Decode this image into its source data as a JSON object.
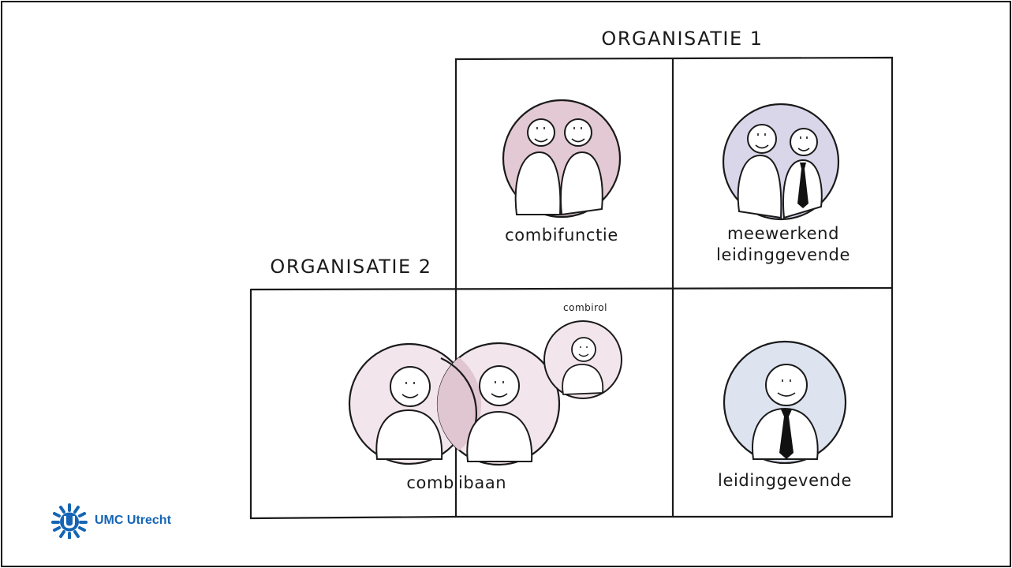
{
  "organisations": {
    "org1_label": "ORGANISATIE 1",
    "org2_label": "ORGANISATIE 2"
  },
  "cells": {
    "combifunctie": "combifunctie",
    "meewerkend_line1": "meewerkend",
    "meewerkend_line2": "leidinggevende",
    "combibaan_part1": "comb",
    "combibaan_part2": "ibaan",
    "combirol": "combirol",
    "leidinggevende": "leidinggevende"
  },
  "logo": {
    "text": "UMC Utrecht",
    "icon": "umc-star-u-icon"
  },
  "colors": {
    "line": "#1a1a1a",
    "combifunctie_fill": "#e3c9d3",
    "meewerkend_fill": "#d8d6e8",
    "combibaan_fill": "#f2e5eb",
    "combibaan_overlap": "#e0c6d1",
    "leidinggevende_fill": "#dde3ef",
    "tie": "#111111",
    "logo_blue": "#1565b4"
  }
}
